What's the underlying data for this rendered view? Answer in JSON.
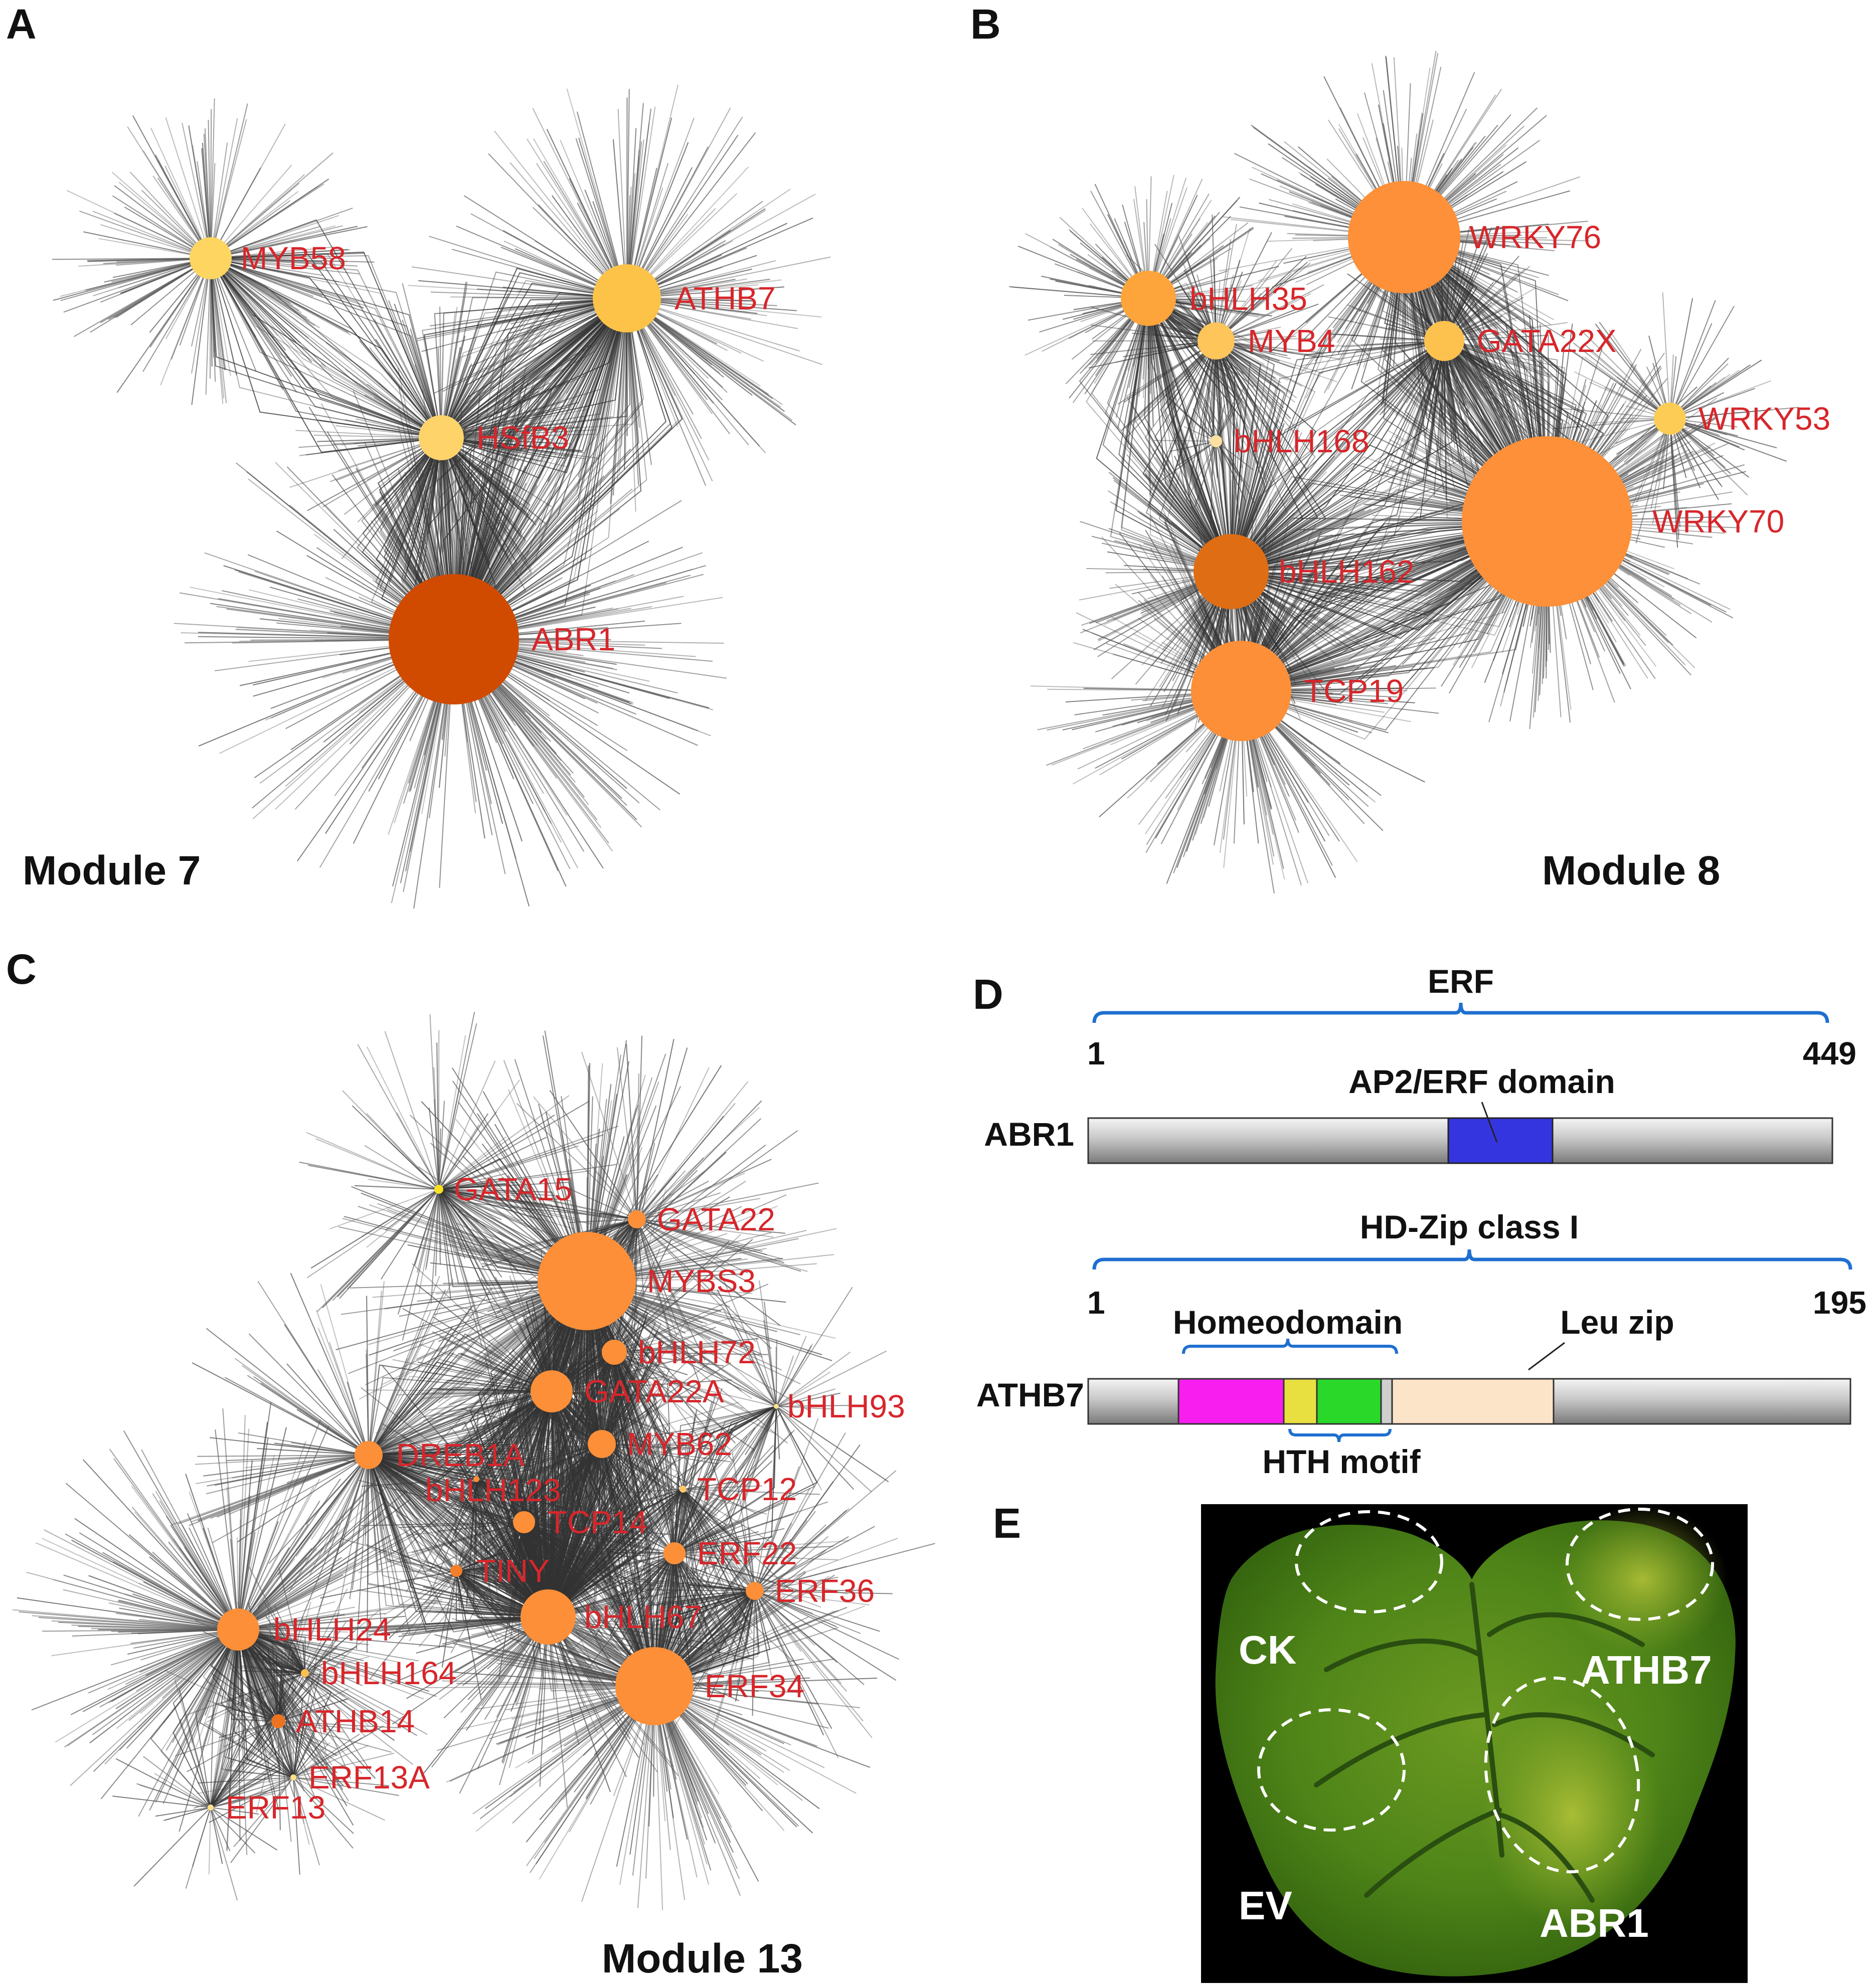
{
  "panels": {
    "a": "A",
    "b": "B",
    "c": "C",
    "d": "D",
    "e": "E"
  },
  "modules": {
    "a": "Module 7",
    "b": "Module 8",
    "c": "Module 13"
  },
  "net_a": [
    {
      "label": "MYB58",
      "color": "#fdd560"
    },
    {
      "label": "ATHB7",
      "color": "#fdc348"
    },
    {
      "label": "HSfB3",
      "color": "#fdd36a"
    },
    {
      "label": "ABR1",
      "color": "#d04a00"
    }
  ],
  "net_b": [
    {
      "label": "WRKY76",
      "color": "#fd9038"
    },
    {
      "label": "bHLH35",
      "color": "#fda43a"
    },
    {
      "label": "MYB4",
      "color": "#fdc55a"
    },
    {
      "label": "GATA22X",
      "color": "#fdc24e"
    },
    {
      "label": "WRKY53",
      "color": "#fdcc55"
    },
    {
      "label": "bHLH168",
      "color": "#fde0a0"
    },
    {
      "label": "WRKY70",
      "color": "#fd9038"
    },
    {
      "label": "bHLH162",
      "color": "#df6d14"
    },
    {
      "label": "TCP19",
      "color": "#fd8f38"
    }
  ],
  "net_c": [
    {
      "label": "GATA15",
      "color": "#f9e020"
    },
    {
      "label": "GATA22",
      "color": "#fd8f38"
    },
    {
      "label": "MYBS3",
      "color": "#fd8f38"
    },
    {
      "label": "bHLH72",
      "color": "#fd8f38"
    },
    {
      "label": "GATA22A",
      "color": "#fd8f38"
    },
    {
      "label": "bHLH93",
      "color": "#fde090"
    },
    {
      "label": "MYB62",
      "color": "#fd8f38"
    },
    {
      "label": "DREB1A",
      "color": "#fd8f38"
    },
    {
      "label": "bHLH123",
      "color": "#fd8f38"
    },
    {
      "label": "TCP12",
      "color": "#fdc86a"
    },
    {
      "label": "TCP14",
      "color": "#fd8f38"
    },
    {
      "label": "ERF22",
      "color": "#fd8f38"
    },
    {
      "label": "TINY",
      "color": "#f47f28"
    },
    {
      "label": "ERF36",
      "color": "#fd8f38"
    },
    {
      "label": "bHLH67",
      "color": "#fd8f38"
    },
    {
      "label": "bHLH24",
      "color": "#fd8f38"
    },
    {
      "label": "bHLH164",
      "color": "#fdc050"
    },
    {
      "label": "ERF34",
      "color": "#fd8f38"
    },
    {
      "label": "ATHB14",
      "color": "#ec7420"
    },
    {
      "label": "ERF13A",
      "color": "#fde28a"
    },
    {
      "label": "ERF13",
      "color": "#fde28a"
    }
  ],
  "domains": {
    "abr1": {
      "family": "ERF",
      "start": "1",
      "end": "449",
      "name": "ABR1",
      "domain_label": "AP2/ERF domain",
      "domain_color": "#3535e0"
    },
    "athb7": {
      "family": "HD-Zip class I",
      "start": "1",
      "end": "195",
      "name": "ATHB7",
      "homeo_label": "Homeodomain",
      "leu_label": "Leu zip",
      "hth_label": "HTH motif",
      "colors": {
        "homeo": "#f81ef0",
        "hth1": "#e8e040",
        "hth2": "#2ad82a",
        "leu": "#fce4c8"
      }
    },
    "bracket_color": "#1f6fd0"
  },
  "leaf": {
    "ck": "CK",
    "athb7": "ATHB7",
    "ev": "EV",
    "abr1": "ABR1"
  }
}
